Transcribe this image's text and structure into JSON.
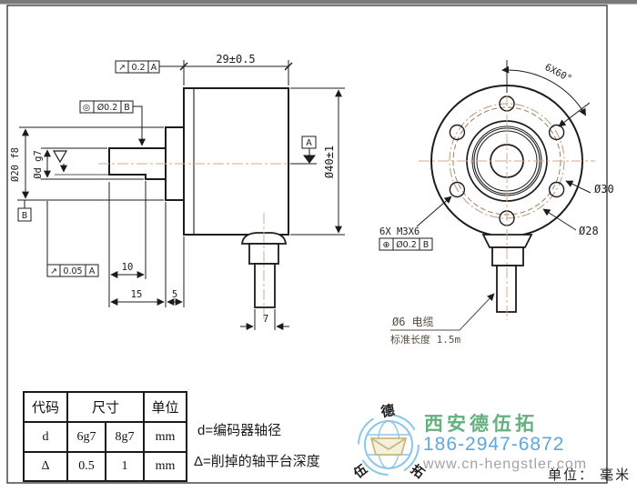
{
  "colors": {
    "line": "#1c1c1c",
    "centerline": "#d6a88b",
    "accent_green": "#63b17e",
    "accent_blue": "#60a7db",
    "muted_gray": "#a3a3a3",
    "logo_blue": "#8cc6e8",
    "logo_khaki": "#c9b97e"
  },
  "side_view": {
    "width_dim": "29±0.5",
    "body_dia_dim": "Ø40±1",
    "flange_dia_dim": "Ø20 f8",
    "shaft_dia_dim": "Ød g7",
    "flat_length_dim": "10",
    "shaft_length_dim": "15",
    "flange_thickness_dim": "5",
    "cable_exit_width_dim": "7",
    "runout_top": {
      "symbol": "↗",
      "value": "0.2",
      "datum": "A"
    },
    "concentricity": {
      "symbol": "◎",
      "value": "Ø0.2",
      "datum": "B"
    },
    "runout_front": {
      "symbol": "↗",
      "value": "0.05",
      "datum": "A"
    },
    "datum_a_label": "A",
    "datum_b_label": "B"
  },
  "front_view": {
    "hole_pattern_dim": "6X60°",
    "bolt_circle_dim": "Ø30",
    "boss_dia_dim": "Ø28",
    "thread_callout": "6X M3X6",
    "position_tol": {
      "symbol": "⊕",
      "value": "Ø0.2",
      "datum": "B"
    },
    "cable_callout_line1": "Ø6 电缆",
    "cable_callout_line2": "标准长度 1.5m"
  },
  "spec_table": {
    "headers": {
      "code": "代码",
      "size": "尺寸",
      "unit": "单位"
    },
    "rows": [
      {
        "code": "d",
        "size1": "6g7",
        "size2": "8g7",
        "unit": "mm"
      },
      {
        "code": "Δ",
        "size1": "0.5",
        "size2": "1",
        "unit": "mm"
      }
    ]
  },
  "notes": {
    "d_note": "d=编码器轴径",
    "delta_note": "Δ=削掉的轴平台深度"
  },
  "watermark": {
    "company": "西安德伍拓",
    "phone": "186-2947-6872",
    "website": "www.cn-hengstler.com",
    "logo_char_top": "德",
    "logo_char_left": "伍",
    "logo_char_right": "拓"
  },
  "footer": {
    "unit_note": "单位： 毫米"
  }
}
